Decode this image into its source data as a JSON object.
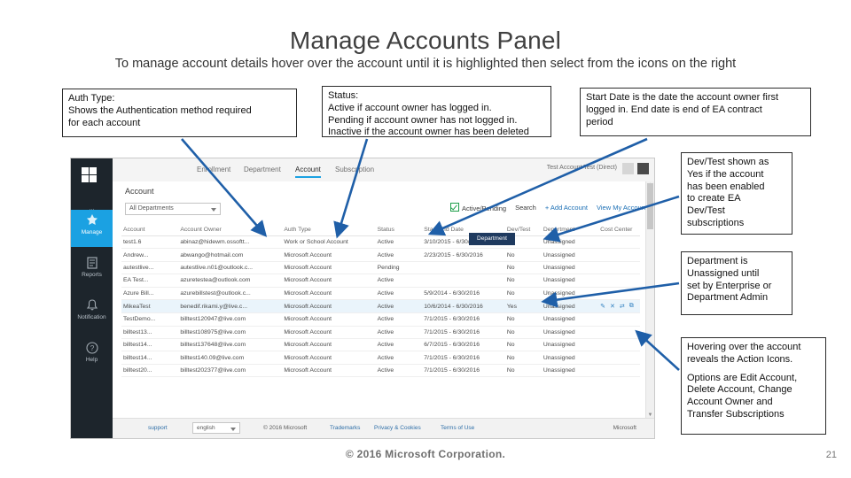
{
  "slide": {
    "title": "Manage Accounts Panel",
    "subtitle": "To manage account details hover over the account until it is highlighted then select from the icons on the right",
    "copyright": "© 2016 Microsoft Corporation.",
    "page_number": "21"
  },
  "callouts": {
    "auth_type": {
      "line1": "Auth Type:",
      "line2": "Shows the Authentication method required",
      "line3": "for each account"
    },
    "status": {
      "line1": "Status:",
      "line2": "Active if account owner has logged in.",
      "line3": "Pending if account owner has not logged in.",
      "line4": "Inactive if the account owner has been deleted"
    },
    "dates": {
      "line1": "Start Date is the date the account owner first",
      "line2": "logged in.  End date is end of EA contract",
      "line3": "period"
    },
    "devtest": {
      "line1": "Dev/Test shown as",
      "line2": "Yes if the account",
      "line3": "has been enabled",
      "line4": "to create EA",
      "line5": "Dev/Test",
      "line6": "subscriptions"
    },
    "department": {
      "line1": "Department is",
      "line2": "Unassigned until",
      "line3": "set by Enterprise or",
      "line4": "Department Admin"
    },
    "hover": {
      "line1": "Hovering over the account",
      "line2": "reveals the Action Icons.",
      "line3": "Options are Edit Account,",
      "line4": "Delete Account, Change",
      "line5": "Account Owner and",
      "line6": "Transfer Subscriptions"
    }
  },
  "screenshot": {
    "left_nav": [
      {
        "label": "···",
        "icon": "more-icon"
      },
      {
        "label": "Manage",
        "icon": "manage-icon"
      },
      {
        "label": "Reports",
        "icon": "reports-icon"
      },
      {
        "label": "Notification",
        "icon": "bell-icon"
      },
      {
        "label": "Help",
        "icon": "help-icon"
      }
    ],
    "tabs": [
      {
        "label": "Enrollment"
      },
      {
        "label": "Department"
      },
      {
        "label": "Account"
      },
      {
        "label": "Subscription"
      }
    ],
    "active_tab": "Account",
    "top_right_label": "Test Account Test (Direct)",
    "section_title": "Account",
    "department_filter": "All Departments",
    "filters": {
      "checkbox_label": "Active/Pending",
      "search_label": "Search",
      "add_account_label": "+ Add Account",
      "view_my_account_label": "View My Account"
    },
    "dept_button": "Department",
    "columns": [
      "Account",
      "Account Owner",
      "Auth Type",
      "Status",
      "Start/End Date",
      "Dev/Test",
      "Department",
      "Cost Center"
    ],
    "rows": [
      {
        "account": "test1.6",
        "owner": "abinaz@hidewm.ossoftt...",
        "auth": "Work or School Account",
        "status": "Active",
        "dates": "3/10/2015 - 6/30/2016",
        "devtest": "No",
        "department": "Unassigned",
        "cost": "",
        "highlight": false
      },
      {
        "account": "Andrew...",
        "owner": "abwango@hotmail.com",
        "auth": "Microsoft Account",
        "status": "Active",
        "dates": "2/23/2015 - 6/30/2016",
        "devtest": "No",
        "department": "Unassigned",
        "cost": "",
        "highlight": false
      },
      {
        "account": "autestlive...",
        "owner": "autestlive.n01@outlook.c...",
        "auth": "Microsoft Account",
        "status": "Pending",
        "dates": "",
        "devtest": "No",
        "department": "Unassigned",
        "cost": "",
        "highlight": false
      },
      {
        "account": "EA Test...",
        "owner": "azuretestea@outlook.com",
        "auth": "Microsoft Account",
        "status": "Active",
        "dates": "",
        "devtest": "No",
        "department": "Unassigned",
        "cost": "",
        "highlight": false
      },
      {
        "account": "Azure Bill...",
        "owner": "azurebillstest@outlook.c...",
        "auth": "Microsoft Account",
        "status": "Active",
        "dates": "5/9/2014 - 6/30/2016",
        "devtest": "No",
        "department": "Unassigned",
        "cost": "",
        "highlight": false
      },
      {
        "account": "MikeaTest",
        "owner": "benedif.rikami.y@live.c...",
        "auth": "Microsoft Account",
        "status": "Active",
        "dates": "10/6/2014 - 6/30/2016",
        "devtest": "Yes",
        "department": "Unassigned",
        "cost": "",
        "highlight": true
      },
      {
        "account": "TestDemo...",
        "owner": "billtest120947@live.com",
        "auth": "Microsoft Account",
        "status": "Active",
        "dates": "7/1/2015 - 6/30/2016",
        "devtest": "No",
        "department": "Unassigned",
        "cost": "",
        "highlight": false
      },
      {
        "account": "billtest13...",
        "owner": "billtest108975@live.com",
        "auth": "Microsoft Account",
        "status": "Active",
        "dates": "7/1/2015 - 6/30/2016",
        "devtest": "No",
        "department": "Unassigned",
        "cost": "",
        "highlight": false
      },
      {
        "account": "billtest14...",
        "owner": "billtest137648@live.com",
        "auth": "Microsoft Account",
        "status": "Active",
        "dates": "6/7/2015 - 6/30/2016",
        "devtest": "No",
        "department": "Unassigned",
        "cost": "",
        "highlight": false
      },
      {
        "account": "billtest14...",
        "owner": "billtest140.09@live.com",
        "auth": "Microsoft Account",
        "status": "Active",
        "dates": "7/1/2015 - 6/30/2016",
        "devtest": "No",
        "department": "Unassigned",
        "cost": "",
        "highlight": false
      },
      {
        "account": "billtest20...",
        "owner": "billtest202377@live.com",
        "auth": "Microsoft Account",
        "status": "Active",
        "dates": "7/1/2015 - 6/30/2016",
        "devtest": "No",
        "department": "Unassigned",
        "cost": "",
        "highlight": false
      }
    ],
    "row_actions": [
      "edit-icon",
      "delete-icon",
      "change-owner-icon",
      "transfer-subscriptions-icon"
    ],
    "footer": {
      "support": "support",
      "language": "english",
      "copyright": "© 2016 Microsoft",
      "trademarks": "Trademarks",
      "privacy": "Privacy & Cookies",
      "terms": "Terms of Use",
      "brand": "Microsoft"
    }
  },
  "colors": {
    "accent": "#1ba1e2",
    "nav_bg": "#1d252c",
    "arrow": "#1f5fa8",
    "title": "#404040"
  }
}
